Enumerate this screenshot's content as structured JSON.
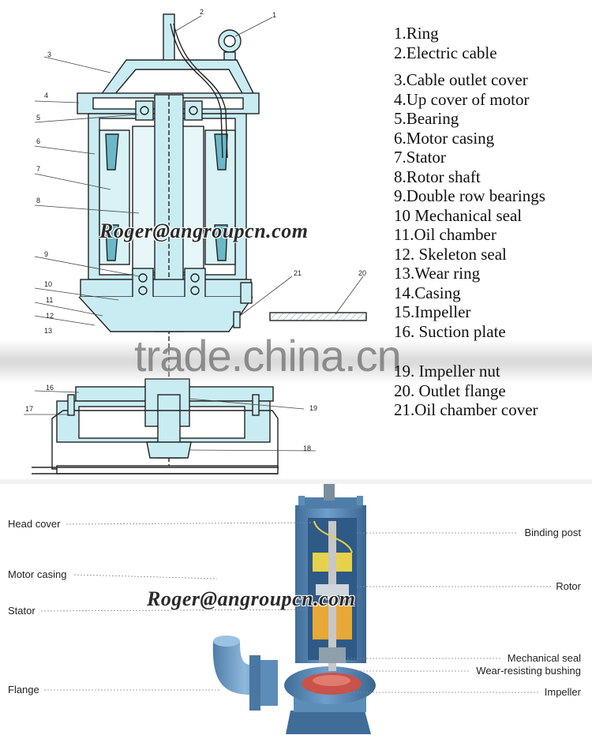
{
  "legend": [
    "1.Ring",
    "2.Electric cable",
    "3.Cable outlet cover",
    "4.Up cover of motor",
    "5.Bearing",
    "6.Motor casing",
    "7.Stator",
    "8.Rotor shaft",
    "9.Double  row  bearings",
    "10 Mechanical seal",
    "11.Oil chamber",
    "12.  Skeleton seal",
    "13.Wear ring",
    "14.Casing",
    "15.Impeller",
    "16.  Suction plate",
    "19. Impeller nut",
    "20.  Outlet flange",
    "21.Oil chamber cover"
  ],
  "part_numbers": [
    "1",
    "2",
    "3",
    "4",
    "5",
    "6",
    "7",
    "8",
    "9",
    "10",
    "11",
    "12",
    "13",
    "16",
    "17",
    "18",
    "19",
    "20",
    "21"
  ],
  "callouts_left": [
    "Head cover",
    "Motor casing",
    "Stator",
    "Flange"
  ],
  "callouts_right": [
    "Binding post",
    "Rotor",
    "Mechanical seal",
    "Wear-resisting bushing",
    "Impeller"
  ],
  "email": "Roger@angroupcn.com",
  "watermark": "trade.china.cn",
  "colors": {
    "casing_fill": "#c9ecf2",
    "line": "#222222",
    "pump_blue": "#5b8db8",
    "pump_blue_dark": "#3f6d98",
    "rotor_yellow": "#e6d24a",
    "oil_orange": "#e8a838",
    "impeller_red": "#c9524a"
  }
}
